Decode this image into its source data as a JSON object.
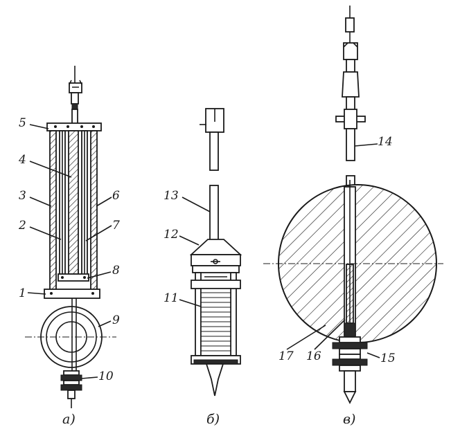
{
  "figures": [
    {
      "caption": "а)"
    },
    {
      "caption": "б)"
    },
    {
      "caption": "в)"
    }
  ],
  "labels": {
    "n1": "1",
    "n2": "2",
    "n3": "3",
    "n4": "4",
    "n5": "5",
    "n6": "6",
    "n7": "7",
    "n8": "8",
    "n9": "9",
    "n10": "10",
    "n11": "11",
    "n12": "12",
    "n13": "13",
    "n14": "14",
    "n15": "15",
    "n16": "16",
    "n17": "17"
  }
}
